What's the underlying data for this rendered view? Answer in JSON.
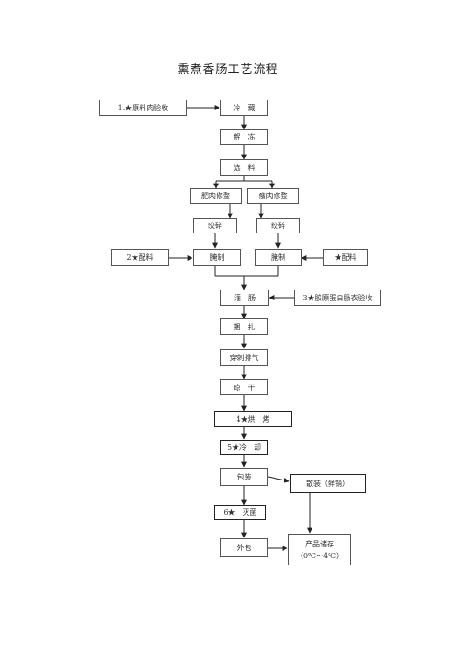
{
  "title": "熏煮香肠工艺流程",
  "steps": {
    "raw_inspect": "1.★原料肉验收",
    "cold_store": "冷　藏",
    "thaw": "解　冻",
    "select": "选　料",
    "fat_trim": "肥肉修整",
    "lean_trim": "瘦肉修整",
    "grind_left": "绞碎",
    "grind_right": "绞碎",
    "mix_left": "2★配料",
    "cure_left": "腌制",
    "cure_right": "腌制",
    "mix_right": "★配料",
    "stuff": "灌　肠",
    "casing_inspect": "3★胶原蛋白肠衣验收",
    "tie": "捆　扎",
    "prick": "穿刺排气",
    "dry": "晾　干",
    "smoke": "4★烘　烤",
    "cool": "5★冷　却",
    "pack": "包装",
    "bulk": "散装（鲜销）",
    "sterilize": "6★　灭菌",
    "outer_pack": "外包",
    "storage_1": "产品储存",
    "storage_2": "（0℃～4℃）"
  }
}
